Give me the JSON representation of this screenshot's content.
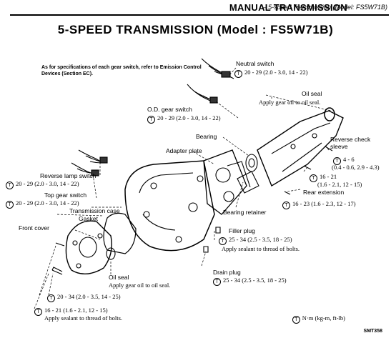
{
  "header": {
    "main": "MANUAL TRANSMISSION",
    "dash": "–",
    "sub": "5-speed Transmission (Model: FS5W71B)"
  },
  "title": "5-SPEED TRANSMISSION (Model : FS5W71B)",
  "note": "As for specifications of each gear switch, refer to Emission Control Devices (Section EC).",
  "torque_symbol": "T",
  "labels": {
    "neutral_switch": "Neutral switch",
    "neutral_switch_torque": "20 - 29 (2.0 - 3.0, 14 - 22)",
    "oil_seal_top": "Oil seal",
    "oil_seal_top_note": "Apply gear oil to oil seal.",
    "od_gear_switch": "O.D. gear switch",
    "od_gear_switch_torque": "20 - 29 (2.0 - 3.0, 14 - 22)",
    "bearing": "Bearing",
    "reverse_check_sleeve_1": "Reverse check",
    "reverse_check_sleeve_2": "sleeve",
    "reverse_check_torque_1": "4 - 6",
    "reverse_check_torque_2": "(0.4 - 0.6, 2.9 - 4.3)",
    "adapter_plate": "Adapter plate",
    "rear_ext_torque_1": "16 - 21",
    "rear_ext_torque_2": "(1.6 - 2.1, 12 - 15)",
    "rear_extension": "Rear extension",
    "rear_ext_bolt_torque": "16 - 23 (1.6 - 2.3, 12 - 17)",
    "reverse_lamp_switch": "Reverse lamp switch",
    "reverse_lamp_switch_torque": "20 - 29 (2.0 - 3.0, 14 - 22)",
    "top_gear_switch": "Top gear switch",
    "top_gear_switch_torque": "20 - 29 (2.0 - 3.0, 14 - 22)",
    "transmission_case": "Transmission case",
    "bearing_retainer": "Bearing retainer",
    "gasket": "Gasket",
    "front_cover": "Front cover",
    "filler_plug": "Filler plug",
    "filler_plug_torque": "25 - 34 (2.5 - 3.5, 18 - 25)",
    "filler_plug_note": "Apply sealant to thread of bolts.",
    "oil_seal_front": "Oil seal",
    "oil_seal_front_note": "Apply gear oil to oil seal.",
    "drain_plug": "Drain plug",
    "drain_plug_torque": "25 - 34 (2.5 - 3.5, 18 - 25)",
    "front_cover_torque": "20 - 34 (2.0 - 3.5, 14 - 25)",
    "front_cover_bolt_torque": "16 - 21 (1.6 - 2.1, 12 - 15)",
    "front_cover_bolt_note": "Apply sealant to thread of bolts."
  },
  "legend": "N·m (kg-m, ft-lb)",
  "figure_code": "SMT358"
}
